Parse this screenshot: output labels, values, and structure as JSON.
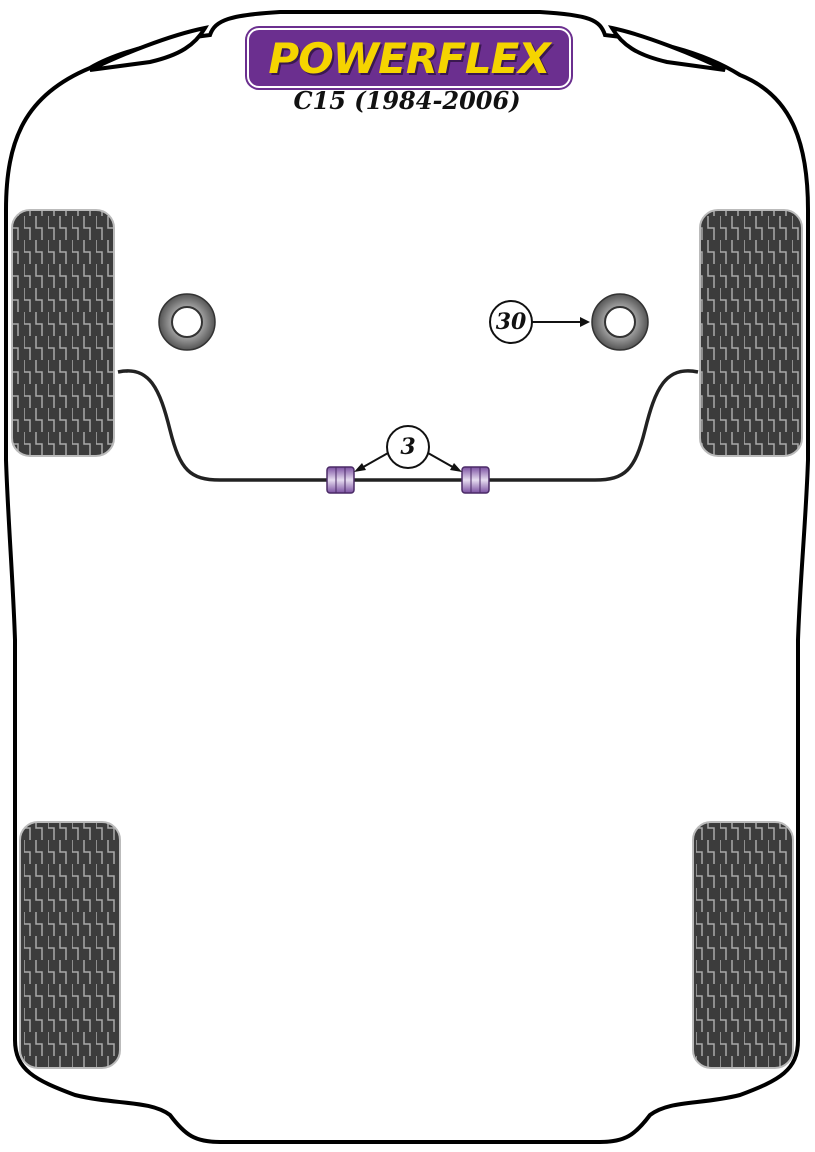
{
  "brand": {
    "logo_text": "POWERFLEX",
    "logo_bg": "#6b2f8f",
    "logo_fg": "#f5d400"
  },
  "vehicle": {
    "title": "C15 (1984-2006)"
  },
  "callouts": [
    {
      "label": "30",
      "part": "bush-ring-right"
    },
    {
      "label": "3",
      "part": "anti-roll-bar-bushes"
    }
  ],
  "colors": {
    "outline": "#000000",
    "tyre": "#3c3c3c",
    "bush": "#a98bc8"
  }
}
